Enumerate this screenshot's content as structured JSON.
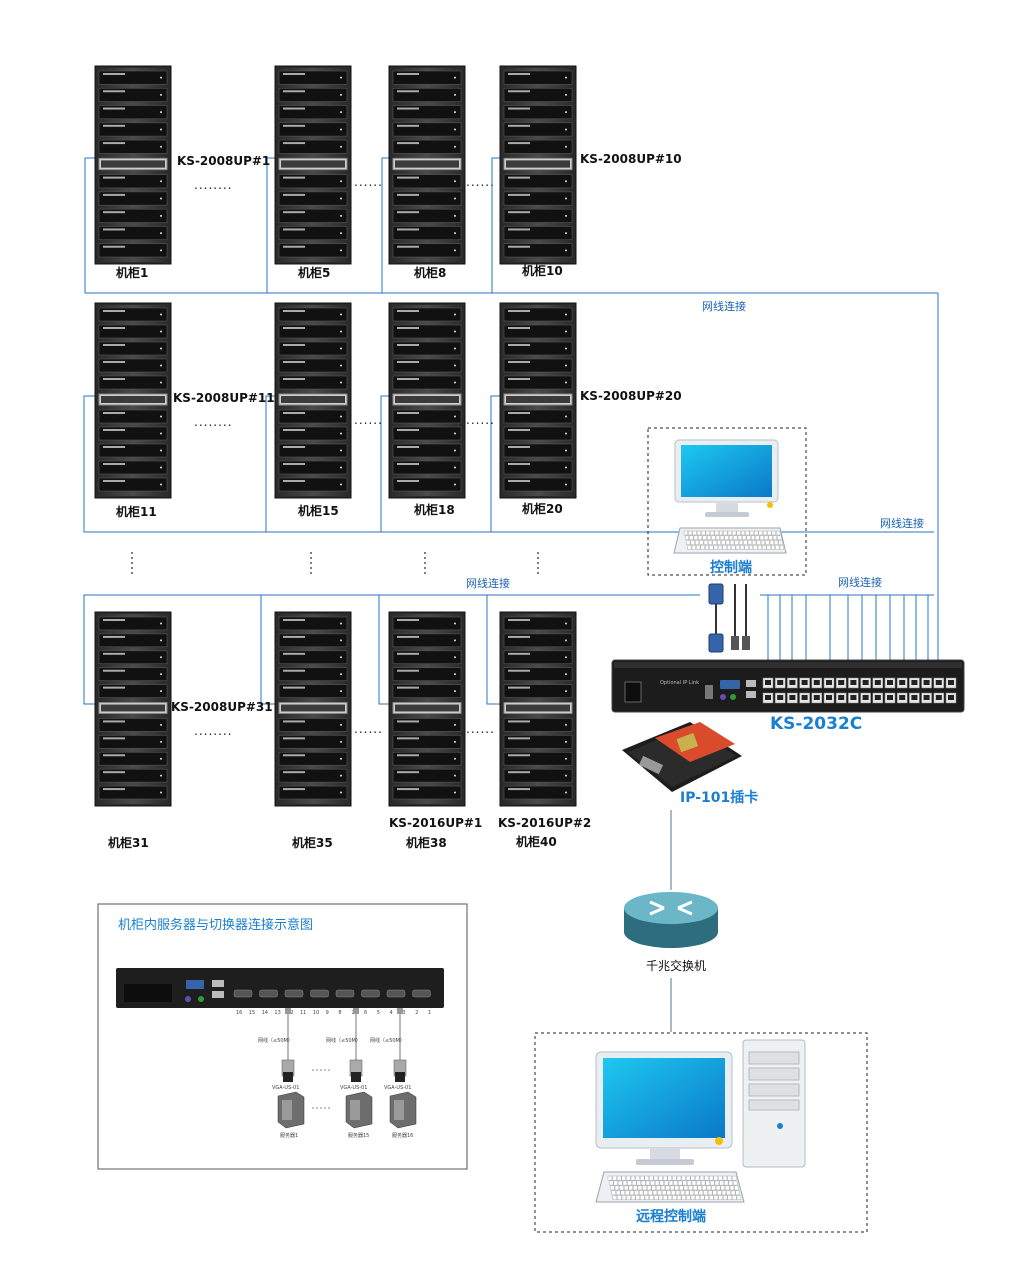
{
  "racks": [
    {
      "label": "机柜1",
      "switch": "KS-2008UP#1"
    },
    {
      "label": "机柜5",
      "switch": ""
    },
    {
      "label": "机柜8",
      "switch": ""
    },
    {
      "label": "机柜10",
      "switch": "KS-2008UP#10"
    },
    {
      "label": "机柜11",
      "switch": "KS-2008UP#11"
    },
    {
      "label": "机柜15",
      "switch": ""
    },
    {
      "label": "机柜18",
      "switch": ""
    },
    {
      "label": "机柜20",
      "switch": "KS-2008UP#20"
    },
    {
      "label": "机柜31",
      "switch": "KS-2008UP#31"
    },
    {
      "label": "机柜35",
      "switch": ""
    },
    {
      "label": "机柜38",
      "switch": "KS-2016UP#1"
    },
    {
      "label": "机柜40",
      "switch": "KS-2016UP#2"
    }
  ],
  "ellipsis_h": "........",
  "ellipsis_short": "......",
  "network_labels": [
    "网线连接",
    "网线连接",
    "网线连接",
    "网线连接"
  ],
  "console": {
    "label": "控制端"
  },
  "main_switch": {
    "model": "KS-2032C",
    "panel_text": "Optional IP Link"
  },
  "ip_card": {
    "label": "IP-101插卡"
  },
  "gigabit_switch": {
    "label": "千兆交换机"
  },
  "remote": {
    "label": "远程控制端"
  },
  "inset": {
    "title": "机柜内服务器与切换器连接示意图",
    "port_numbers": [
      "16",
      "15",
      "14",
      "13",
      "12",
      "11",
      "10",
      "9",
      "8",
      "7",
      "6",
      "5",
      "4",
      "3",
      "2",
      "1"
    ],
    "cable_labels": [
      "网线（≤50M）",
      "网线（≤50M）",
      "网线（≤50M）"
    ],
    "module_labels": [
      "VGA-US-01",
      "VGA-US-01",
      "VGA-US-01"
    ],
    "server_labels": [
      "服务器1",
      "服务器15",
      "服务器16"
    ]
  },
  "colors": {
    "accent": "#1a7fd0",
    "wire": "#2a73c4",
    "rack": "#3a3a3a"
  }
}
